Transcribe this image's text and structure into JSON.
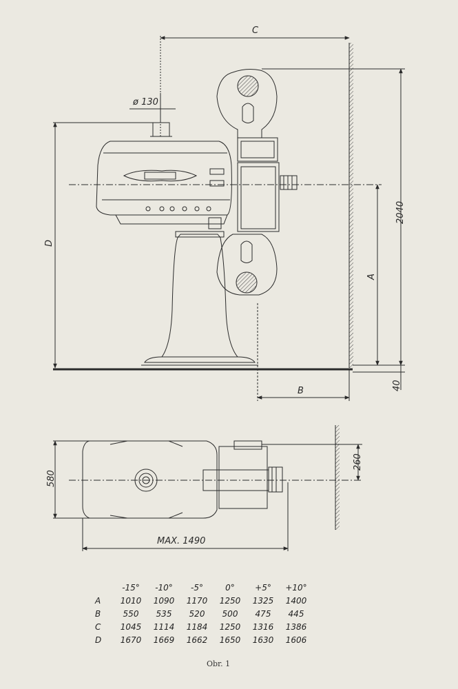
{
  "labels": {
    "dim_c": "C",
    "dim_d": "D",
    "dim_a": "A",
    "dim_b": "B",
    "dim_2040": "2040",
    "dim_40": "40",
    "dim_diameter": "ø 130",
    "dim_580": "580",
    "dim_260": "260",
    "dim_max": "MAX. 1490"
  },
  "table": {
    "headers": [
      "-15°",
      "-10°",
      "-5°",
      "0°",
      "+5°",
      "+10°"
    ],
    "rows": [
      {
        "label": "A",
        "values": [
          "1010",
          "1090",
          "1170",
          "1250",
          "1325",
          "1400"
        ]
      },
      {
        "label": "B",
        "values": [
          "550",
          "535",
          "520",
          "500",
          "475",
          "445"
        ]
      },
      {
        "label": "C",
        "values": [
          "1045",
          "1114",
          "1184",
          "1250",
          "1316",
          "1386"
        ]
      },
      {
        "label": "D",
        "values": [
          "1670",
          "1669",
          "1662",
          "1650",
          "1630",
          "1606"
        ]
      }
    ]
  },
  "caption": "Obr. 1",
  "colors": {
    "ink": "#2a2a2a",
    "paper": "#ebe9e1"
  }
}
